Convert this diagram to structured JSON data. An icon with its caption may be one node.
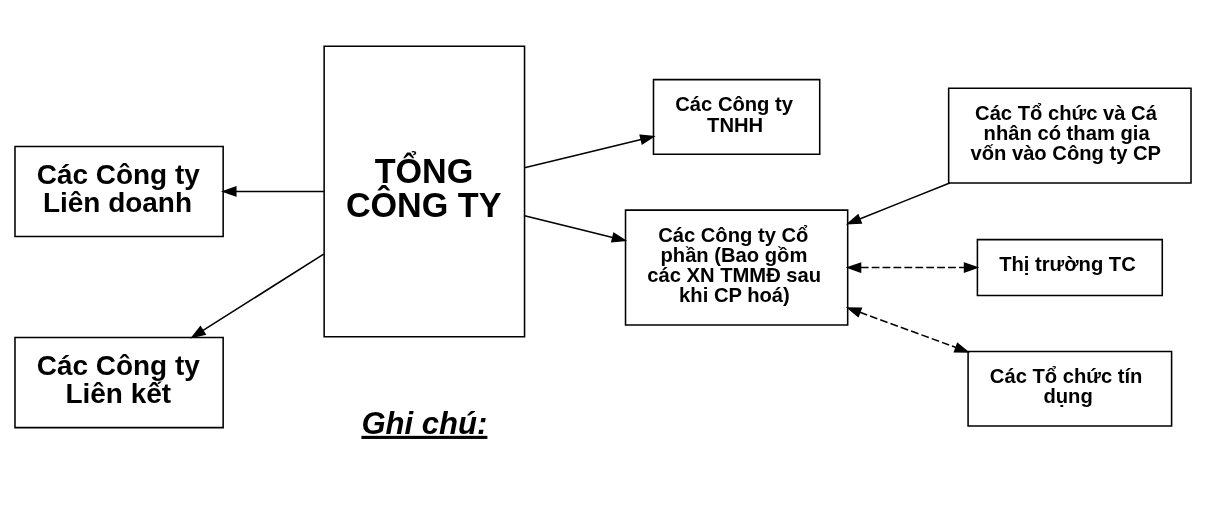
{
  "diagram": {
    "nodes": [
      {
        "text": [
          "TỔNG CÔNG TY"
        ]
      },
      {
        "text": [
          "Các Công ty Liên doanh"
        ]
      },
      {
        "text": [
          "Các Công ty TNHH"
        ]
      },
      {
        "text": [
          "Các Công ty Liên kết"
        ]
      },
      {
        "text": [
          "Các Công ty Cổ phần (Bao gồm các XN TMMĐ sau khi CP hoá)"
        ]
      },
      {
        "text": [
          "Các Tổ chức và Cá nhân có tham gia vốn vào Công ty CP"
        ]
      },
      {
        "text": [
          "Thị trường TC"
        ]
      },
      {
        "text": [
          "Các Tổ chức tín dụng"
        ]
      }
    ],
    "edges": [
      {
        "from": 0,
        "to": 1,
        "arrow": "to"
      },
      {
        "from": 0,
        "to": 2,
        "arrow": "to"
      },
      {
        "from": 0,
        "to": 3,
        "arrow": "to"
      },
      {
        "from": 0,
        "to": 4,
        "arrow": "to"
      },
      {
        "from": 5,
        "to": 4,
        "arrow": "to"
      },
      {
        "from": 4,
        "to": 6,
        "arrow": "both",
        "style": "dashed"
      },
      {
        "from": 4,
        "to": 7,
        "arrow": "both",
        "style": "dashed"
      }
    ],
    "labels": [
      "Ghi chú:"
    ]
  }
}
